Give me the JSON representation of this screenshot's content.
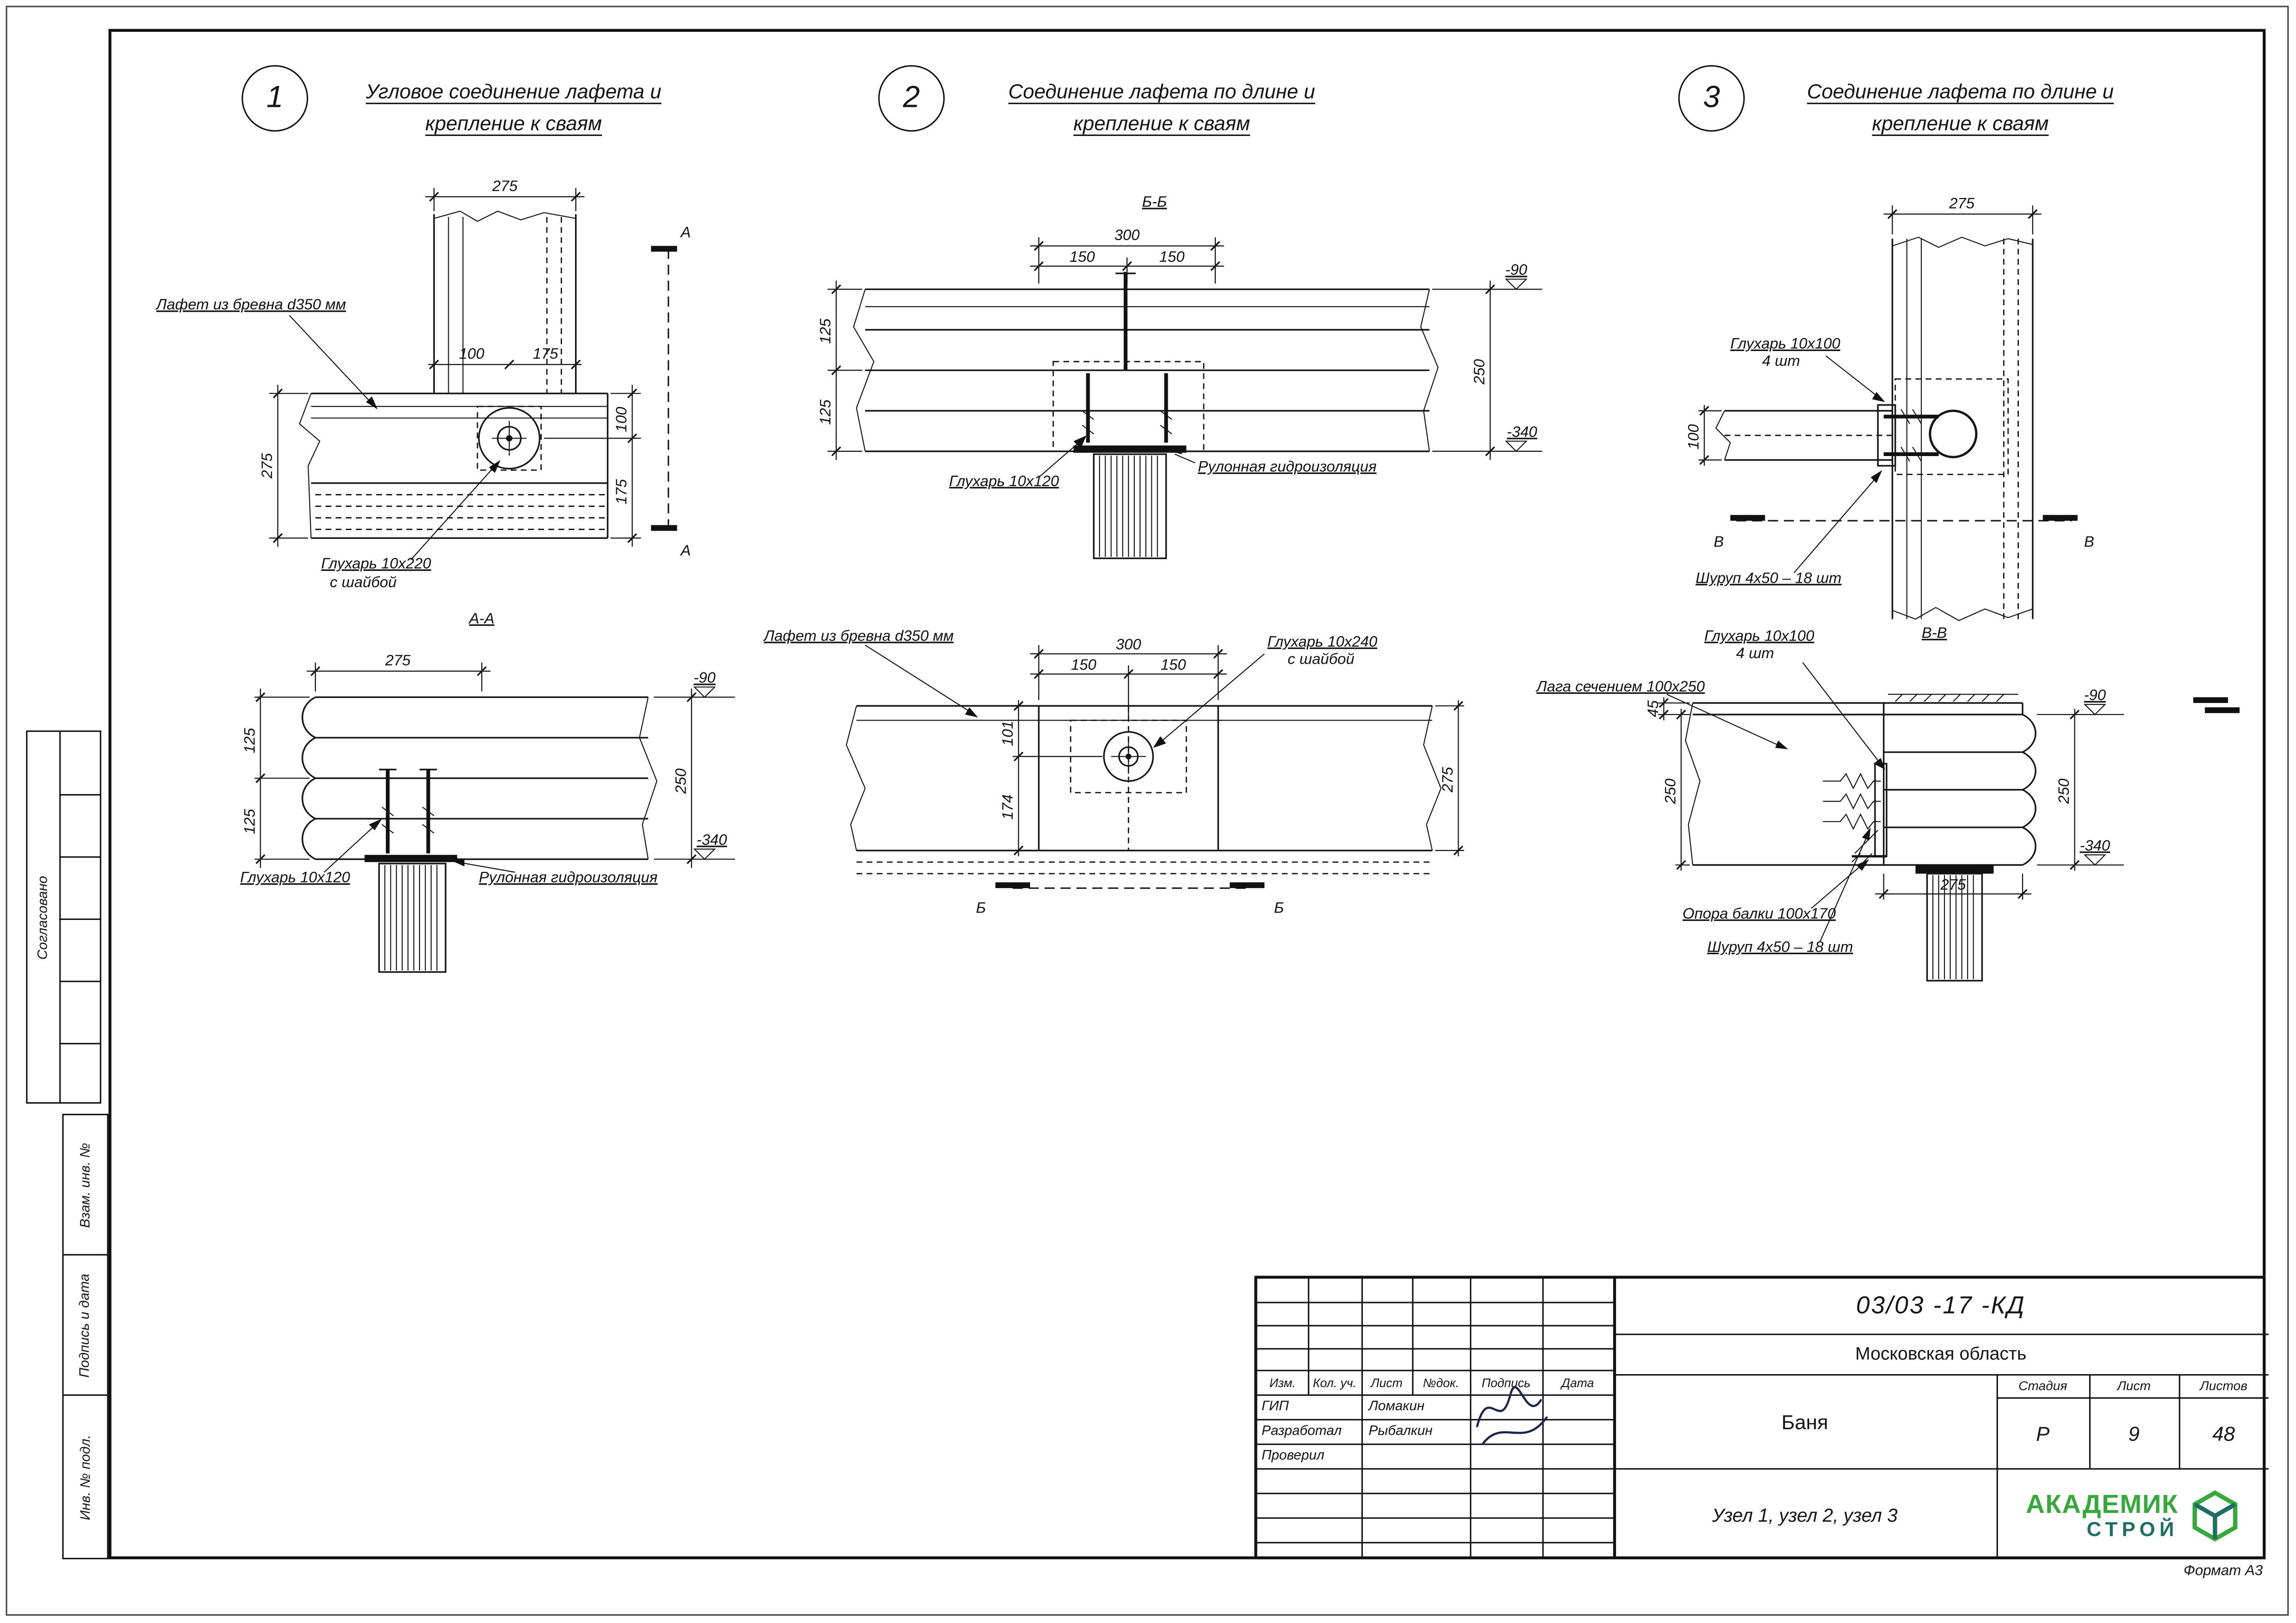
{
  "colors": {
    "line": "#141414",
    "logo_green": "#35a93c",
    "logo_teal": "#1e6f63"
  },
  "sheet": {
    "format": "Формат А3"
  },
  "margin": {
    "approved": "Согласовано",
    "vzam": "Взам. инв. №",
    "signdate": "Подпись и дата",
    "inv": "Инв. № подл."
  },
  "d1": {
    "num": "1",
    "title1": "Угловое соединение лафета и",
    "title2": "крепление к сваям",
    "plan": {
      "dim_top": "275",
      "dim_100": "100",
      "dim_175": "175",
      "dim_left": "275",
      "dim_r100": "100",
      "dim_r175": "175",
      "sec": "А",
      "label_log": "Лафет из бревна d350 мм",
      "label_bolt_1": "Глухарь 10х220",
      "label_bolt_2": "с шайбой"
    },
    "sec": {
      "title": "А-А",
      "dim_275": "275",
      "dim_125a": "125",
      "dim_125b": "125",
      "lvl_top": "-90",
      "dim_250": "250",
      "lvl_bot": "-340",
      "label_bolt": "Глухарь 10х120",
      "label_hydro": "Рулонная гидроизоляция"
    }
  },
  "d2": {
    "num": "2",
    "title1": "Соединение лафета по длине и",
    "title2": "крепление к сваям",
    "secBB": {
      "title": "Б-Б",
      "dim_300": "300",
      "dim_150a": "150",
      "dim_150b": "150",
      "dim_125a": "125",
      "dim_125b": "125",
      "lvl_top": "-90",
      "dim_250": "250",
      "lvl_bot": "-340",
      "label_bolt": "Глухарь 10х120",
      "label_hydro": "Рулонная гидроизоляция"
    },
    "plan": {
      "label_log": "Лафет из бревна d350 мм",
      "dim_300": "300",
      "dim_150a": "150",
      "dim_150b": "150",
      "label_bolt_1": "Глухарь 10х240",
      "label_bolt_2": "с шайбой",
      "dim_101": "101",
      "dim_174": "174",
      "dim_275": "275",
      "sec": "Б"
    }
  },
  "d3": {
    "num": "3",
    "title1": "Соединение лафета по длине и",
    "title2": "крепление к сваям",
    "plan": {
      "dim_275": "275",
      "dim_100": "100",
      "label_bolt_1": "Глухарь 10х100",
      "label_bolt_2": "4 шт",
      "label_screw": "Шуруп 4х50 – 18 шт",
      "sec": "В"
    },
    "sec": {
      "title": "В-В",
      "label_bolt_1": "Глухарь 10х100",
      "label_bolt_2": "4 шт",
      "label_lag": "Лага сечением 100х250",
      "dim_45": "45",
      "dim_250l": "250",
      "lvl_top": "-90",
      "dim_250r": "250",
      "lvl_bot": "-340",
      "dim_275": "275",
      "label_support": "Опора балки 100х170",
      "label_screw": "Шуруп 4х50 – 18 шт"
    }
  },
  "tb": {
    "doc": "03/03 -17 -КД",
    "region": "Московская область",
    "object": "Баня",
    "sheet_title": "Узел 1, узел 2, узел 3",
    "h": {
      "izm": "Изм.",
      "kol": "Кол. уч.",
      "list": "Лист",
      "dok": "№док.",
      "sign": "Подпись",
      "date": "Дата"
    },
    "rows": [
      {
        "role": "ГИП",
        "name": "Ломакин"
      },
      {
        "role": "Разработал",
        "name": "Рыбалкин"
      },
      {
        "role": "Проверил",
        "name": ""
      }
    ],
    "stage_h": "Стадия",
    "list_h": "Лист",
    "total_h": "Листов",
    "stage": "Р",
    "list": "9",
    "total": "48",
    "logo_top": "АКАДЕМИК",
    "logo_bottom": "СТРОЙ"
  }
}
